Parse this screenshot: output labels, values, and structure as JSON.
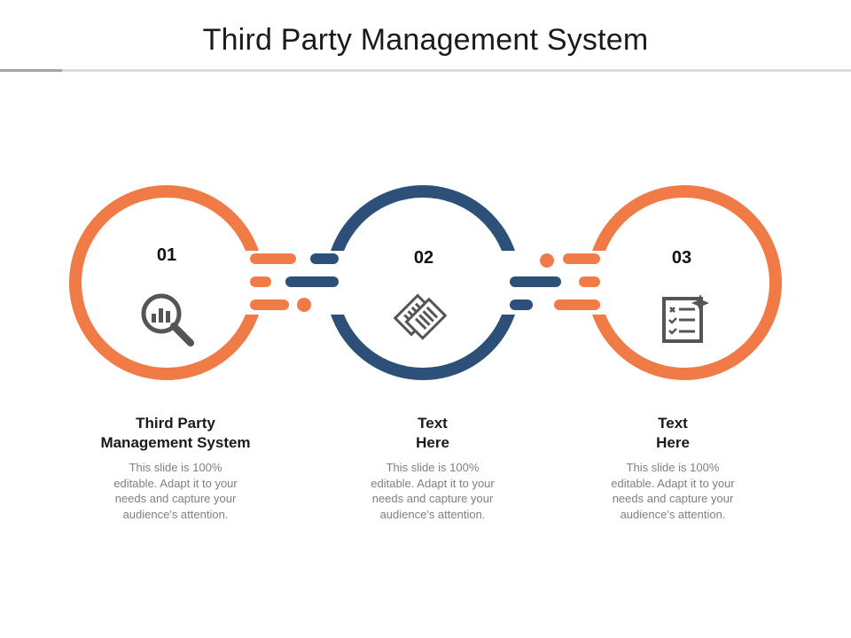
{
  "title": "Third Party Management System",
  "colors": {
    "orange": "#f07b47",
    "navy": "#2c5078",
    "icon": "#555555"
  },
  "steps": [
    {
      "number": "01",
      "heading_line1": "Third Party",
      "heading_line2": "Management System",
      "body_lines": [
        "This slide is 100%",
        "editable. Adapt it to your",
        "needs and capture your",
        "audience's attention."
      ],
      "icon": "magnifier-chart-icon"
    },
    {
      "number": "02",
      "heading_line1": "Text",
      "heading_line2": "Here",
      "body_lines": [
        "This slide is 100%",
        "editable. Adapt it to your",
        "needs and capture your",
        "audience's attention."
      ],
      "icon": "documents-icon"
    },
    {
      "number": "03",
      "heading_line1": "Text",
      "heading_line2": "Here",
      "body_lines": [
        "This slide is 100%",
        "editable. Adapt it to your",
        "needs and capture your",
        "audience's attention."
      ],
      "icon": "checklist-icon"
    }
  ]
}
